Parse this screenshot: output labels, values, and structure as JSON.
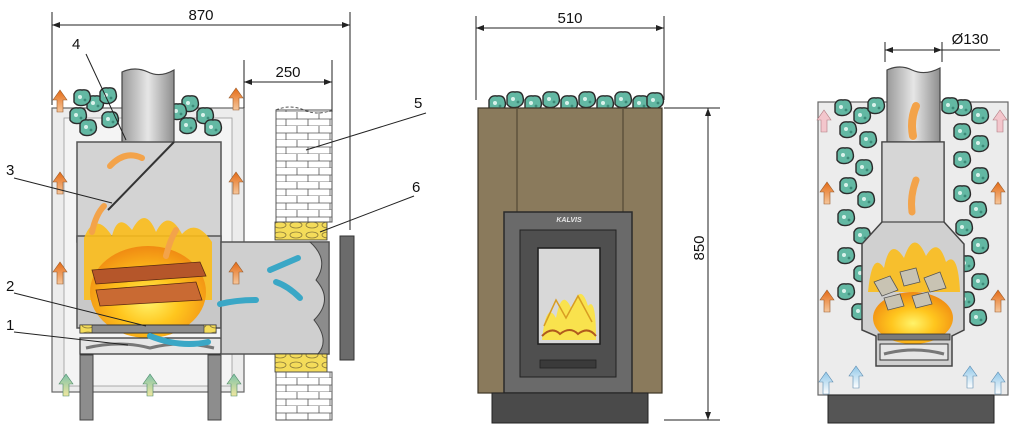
{
  "dimensions": {
    "side_width": "870",
    "tunnel_length": "250",
    "front_width": "510",
    "height": "850",
    "flue_diameter": "Ø130"
  },
  "callouts": [
    "1",
    "2",
    "3",
    "4",
    "5",
    "6"
  ],
  "brand": "KALVIS",
  "colors": {
    "steel": "#cfcfcf",
    "steel_dark": "#5a5a5a",
    "cladding": "#8a7a5c",
    "stone": "#5fb6a2",
    "flame": "#f7a21b",
    "flame_core": "#ffe14a",
    "insulation": "#f2d64a",
    "base": "#4a4a4a"
  },
  "icons": [
    "hot-air-arrow",
    "cold-air-arrow",
    "stone",
    "flame",
    "chimney-pipe",
    "brick-wall",
    "insulation"
  ]
}
